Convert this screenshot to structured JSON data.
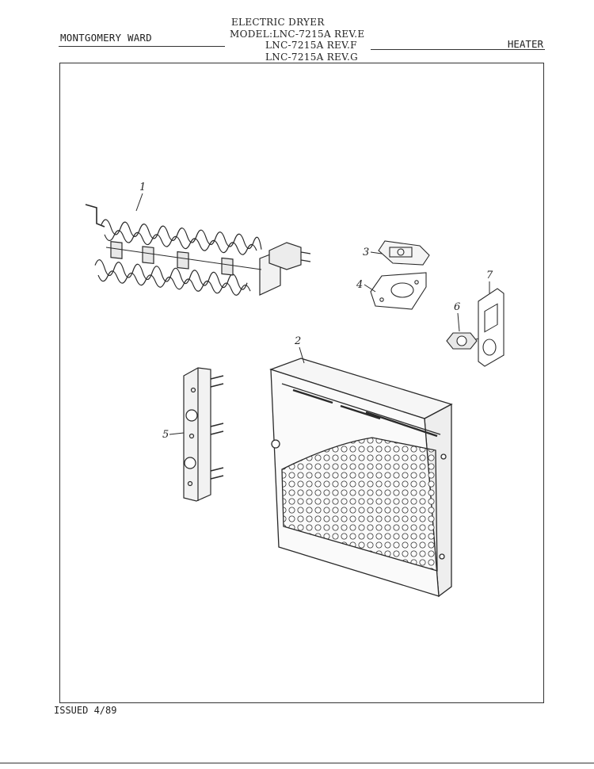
{
  "header": {
    "brand": "MONTGOMERY WARD",
    "section": "HEATER",
    "lines": [
      "ELECTRIC DRYER",
      "MODEL:LNC-7215A REV.E",
      "LNC-7215A REV.F",
      "LNC-7215A REV.G"
    ]
  },
  "footer": {
    "issued": "ISSUED 4/89"
  },
  "callouts": {
    "c1": "1",
    "c2": "2",
    "c3": "3",
    "c4": "4",
    "c5": "5",
    "c6": "6",
    "c7": "7"
  },
  "colors": {
    "ink": "#222222",
    "paper": "#ffffff"
  }
}
